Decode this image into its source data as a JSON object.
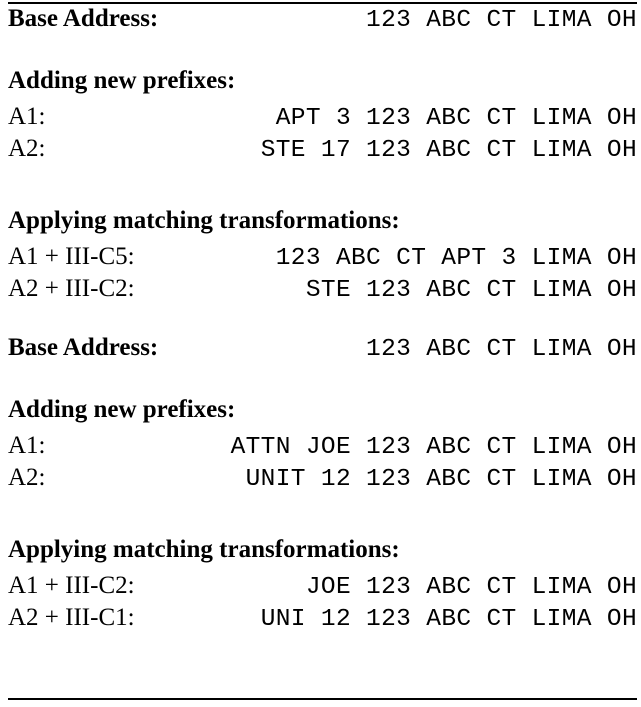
{
  "figure": {
    "type": "address-transformation-example",
    "rules": {
      "top": true,
      "bottom": true
    },
    "blocks": [
      {
        "base": {
          "label": "Base Address:",
          "value": "123 ABC CT LIMA OH"
        },
        "prefix_section": {
          "heading": "Adding new prefixes:",
          "rows": [
            {
              "label": "A1:",
              "value": "APT 3 123 ABC CT LIMA OH"
            },
            {
              "label": "A2:",
              "value": "STE 17 123 ABC CT LIMA OH"
            }
          ]
        },
        "transform_section": {
          "heading": "Applying matching transformations:",
          "rows": [
            {
              "label": "A1 + III-C5:",
              "value": "123 ABC CT APT 3 LIMA OH"
            },
            {
              "label": "A2 + III-C2:",
              "value": "STE 123 ABC CT LIMA OH"
            }
          ]
        }
      },
      {
        "base": {
          "label": "Base Address:",
          "value": "123 ABC CT LIMA OH"
        },
        "prefix_section": {
          "heading": "Adding new prefixes:",
          "rows": [
            {
              "label": "A1:",
              "value": "ATTN JOE 123 ABC CT LIMA OH"
            },
            {
              "label": "A2:",
              "value": "UNIT 12 123 ABC CT LIMA OH"
            }
          ]
        },
        "transform_section": {
          "heading": "Applying matching transformations:",
          "rows": [
            {
              "label": "A1 + III-C2:",
              "value": "JOE 123 ABC CT LIMA OH"
            },
            {
              "label": "A2 + III-C1:",
              "value": "UNI 12 123 ABC CT LIMA OH"
            }
          ]
        }
      }
    ]
  }
}
